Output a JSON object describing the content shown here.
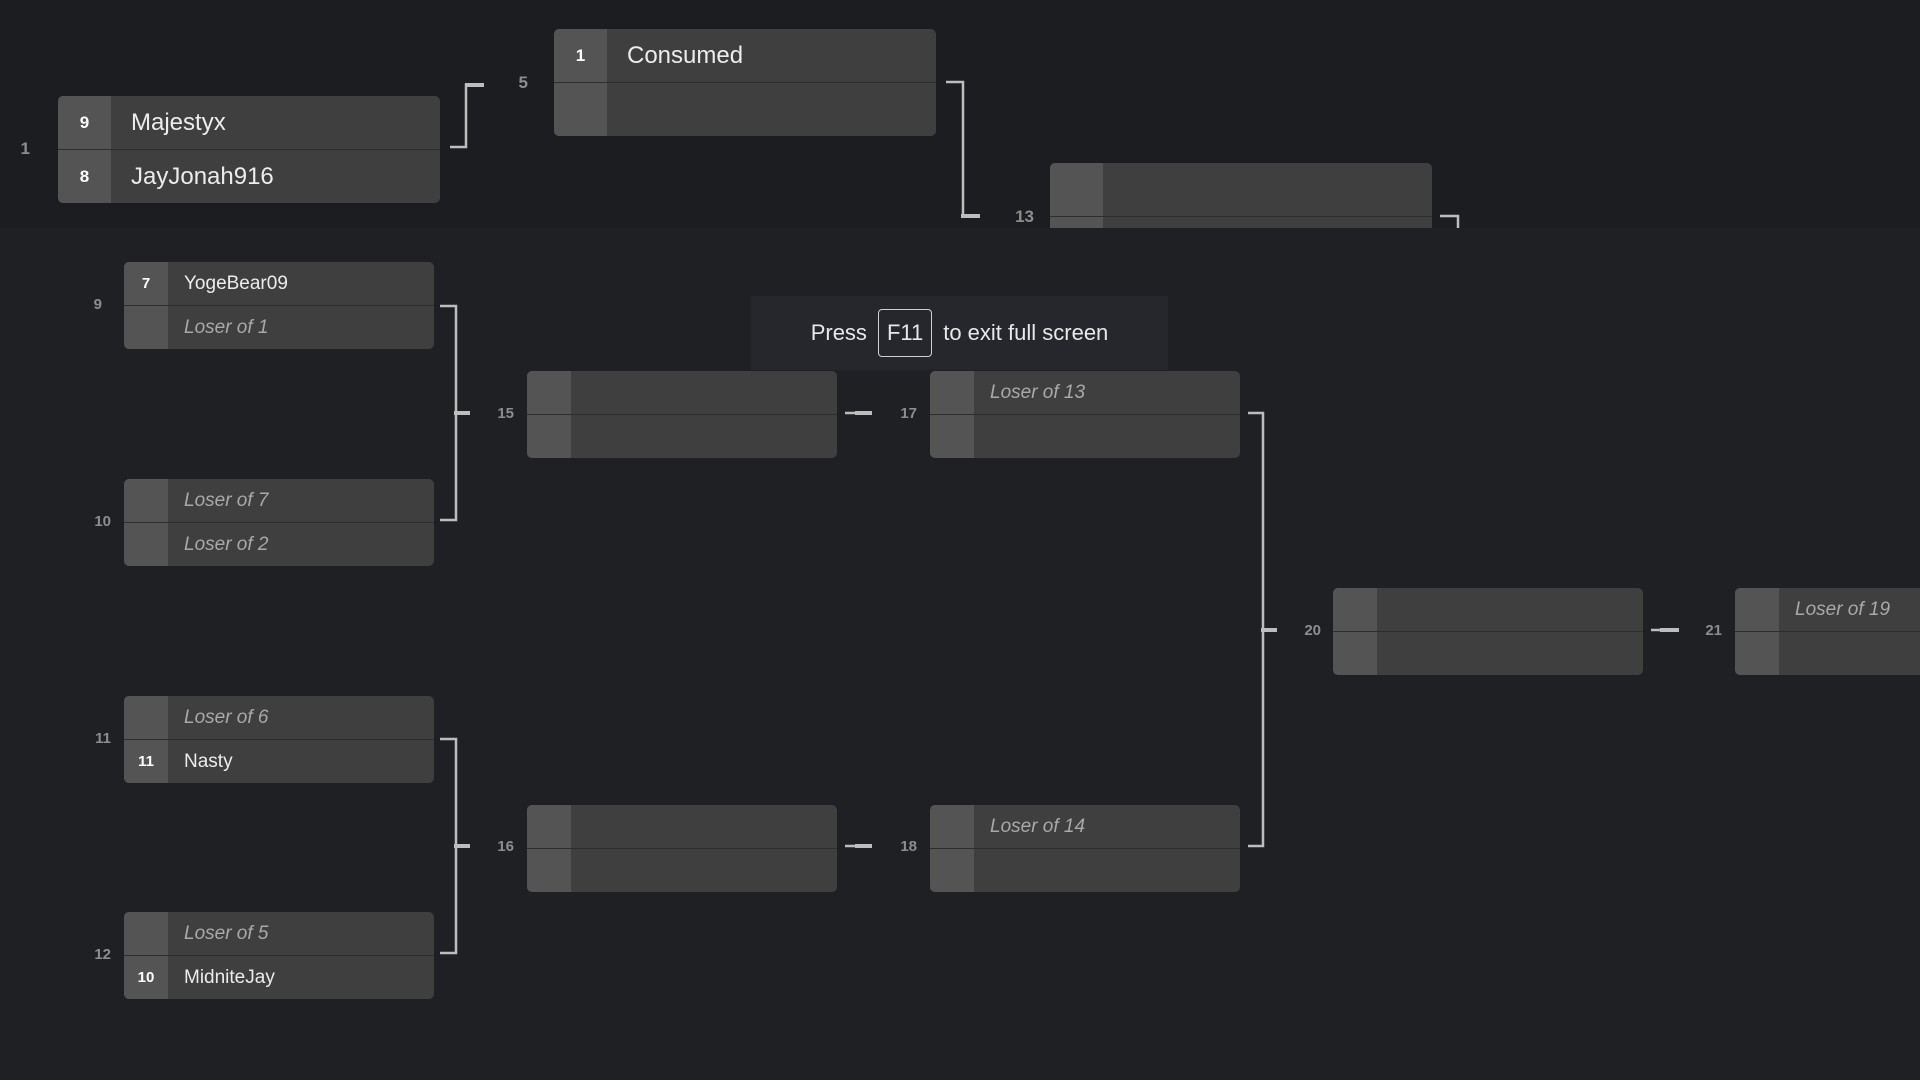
{
  "matches": {
    "m1": {
      "number": "1",
      "top": {
        "seed": "9",
        "name": "Majestyx"
      },
      "bottom": {
        "seed": "8",
        "name": "JayJonah916"
      }
    },
    "m5": {
      "number": "5",
      "top": {
        "seed": "1",
        "name": "Consumed"
      },
      "bottom": {
        "seed": "",
        "name": ""
      }
    },
    "m13": {
      "number": "13",
      "top": {
        "seed": "",
        "name": ""
      },
      "bottom": {
        "seed": "",
        "name": ""
      }
    },
    "m9": {
      "number": "9",
      "top": {
        "seed": "7",
        "name": "YogeBear09"
      },
      "bottom": {
        "seed": "",
        "name": "Loser of 1"
      }
    },
    "m10": {
      "number": "10",
      "top": {
        "seed": "",
        "name": "Loser of 7"
      },
      "bottom": {
        "seed": "",
        "name": "Loser of 2"
      }
    },
    "m11": {
      "number": "11",
      "top": {
        "seed": "",
        "name": "Loser of 6"
      },
      "bottom": {
        "seed": "11",
        "name": "Nasty"
      }
    },
    "m12": {
      "number": "12",
      "top": {
        "seed": "",
        "name": "Loser of 5"
      },
      "bottom": {
        "seed": "10",
        "name": "MidniteJay"
      }
    },
    "m15": {
      "number": "15",
      "top": {
        "seed": "",
        "name": ""
      },
      "bottom": {
        "seed": "",
        "name": ""
      }
    },
    "m16": {
      "number": "16",
      "top": {
        "seed": "",
        "name": ""
      },
      "bottom": {
        "seed": "",
        "name": ""
      }
    },
    "m17": {
      "number": "17",
      "top": {
        "seed": "",
        "name": "Loser of 13"
      },
      "bottom": {
        "seed": "",
        "name": ""
      }
    },
    "m18": {
      "number": "18",
      "top": {
        "seed": "",
        "name": "Loser of 14"
      },
      "bottom": {
        "seed": "",
        "name": ""
      }
    },
    "m20": {
      "number": "20",
      "top": {
        "seed": "",
        "name": ""
      },
      "bottom": {
        "seed": "",
        "name": ""
      }
    },
    "m21": {
      "number": "21",
      "top": {
        "seed": "",
        "name": "Loser of 19"
      },
      "bottom": {
        "seed": "",
        "name": ""
      }
    }
  },
  "fullscreen_notice": {
    "press": "Press",
    "key": "F11",
    "rest": "to exit full screen"
  },
  "colors": {
    "background": "#1f2024",
    "card": "#3f3f3f",
    "seed_box": "#545454",
    "connector": "#bdbdbd"
  }
}
